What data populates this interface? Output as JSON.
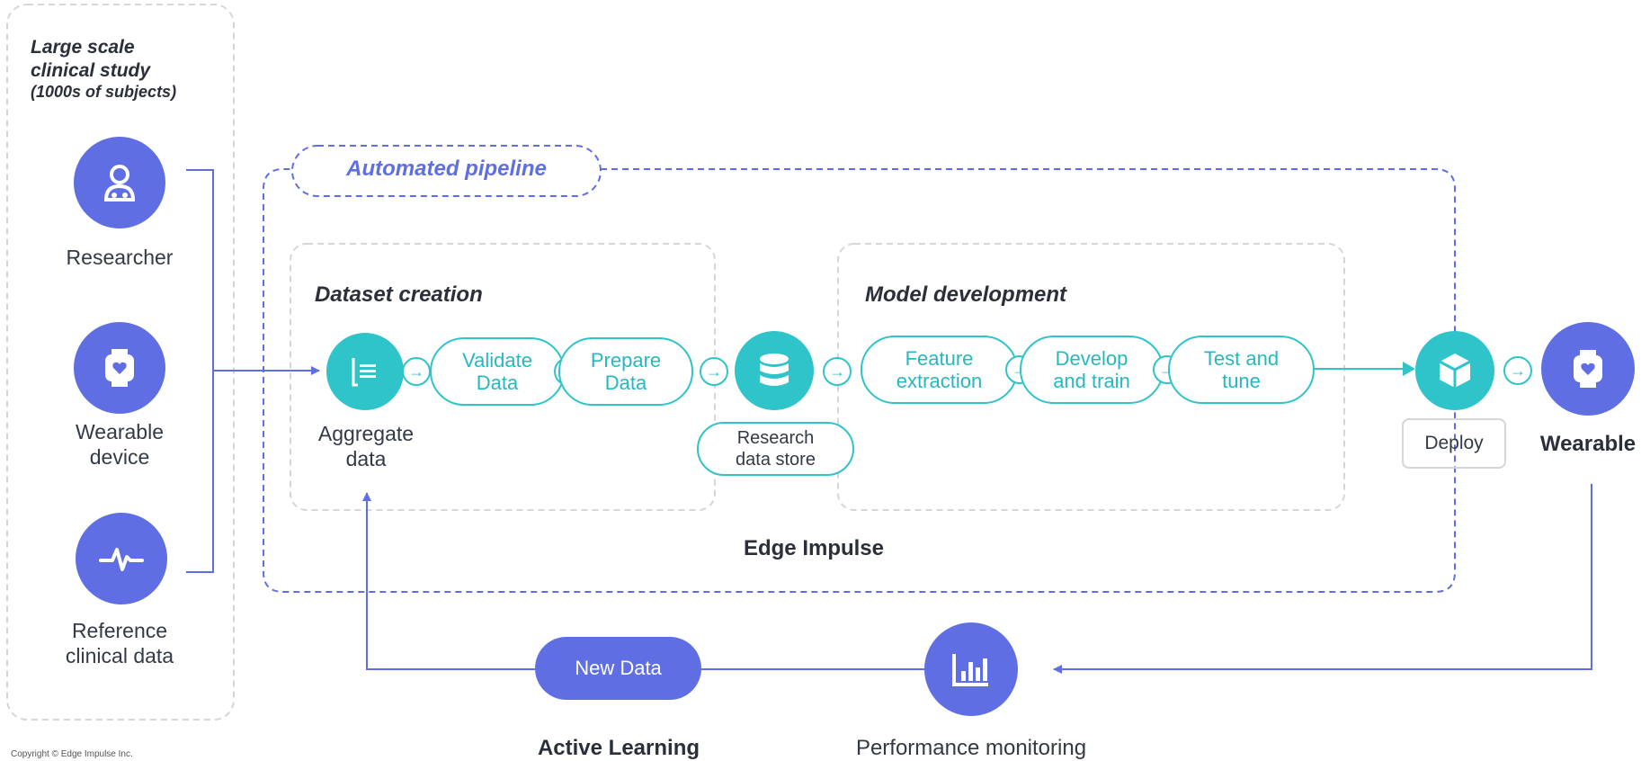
{
  "study": {
    "title": "Large scale\nclinical study",
    "subtitle": "(1000s of subjects)",
    "sources": [
      {
        "label": "Researcher",
        "icon": "researcher-icon"
      },
      {
        "label": "Wearable\ndevice",
        "icon": "watch-icon"
      },
      {
        "label": "Reference\nclinical data",
        "icon": "heartbeat-icon"
      }
    ]
  },
  "pipeline": {
    "title": "Automated pipeline",
    "platform_label": "Edge Impulse",
    "dataset_creation": {
      "title": "Dataset creation",
      "aggregate_label": "Aggregate\ndata",
      "steps": [
        "Validate\nData",
        "Prepare\nData"
      ]
    },
    "research_store_label": "Research\ndata store",
    "model_development": {
      "title": "Model development",
      "steps": [
        "Feature\nextraction",
        "Develop\nand train",
        "Test and\ntune"
      ]
    },
    "deploy_label": "Deploy",
    "wearable_label": "Wearable"
  },
  "feedback": {
    "new_data_label": "New Data",
    "active_learning_label": "Active Learning",
    "performance_label": "Performance monitoring"
  },
  "footer": {
    "copyright": "Copyright © Edge Impulse Inc."
  },
  "colors": {
    "purple": "#5f6fe3",
    "teal": "#2ec4c9",
    "dashed_gray": "#d4d6da",
    "text": "#333a45"
  }
}
